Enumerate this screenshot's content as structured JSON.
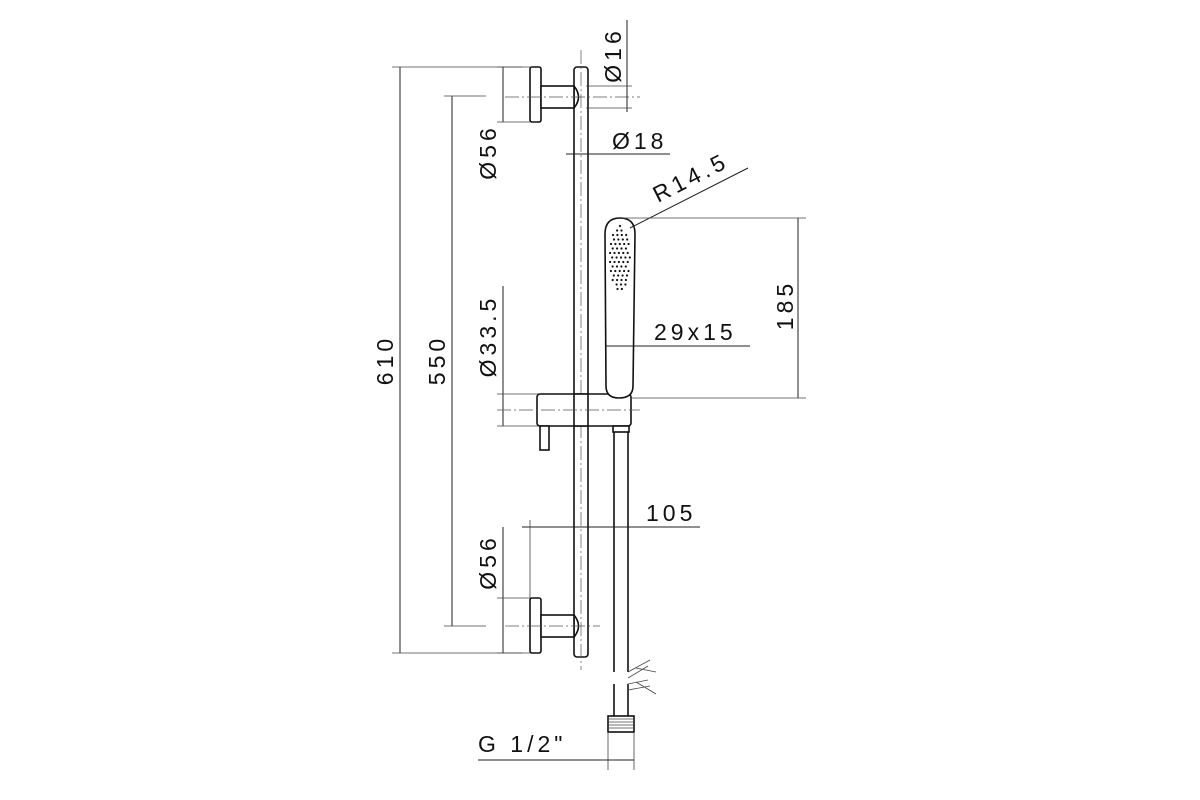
{
  "drawing": {
    "labels": {
      "total_length": "610",
      "bracket_spacing": "550",
      "top_flange_diameter": "Ø56",
      "bottom_flange_diameter": "Ø56",
      "slider_diameter": "Ø33.5",
      "top_arm_diameter": "Ø16",
      "bar_diameter": "Ø18",
      "head_radius": "R14.5",
      "head_length": "185",
      "handle_section": "29x15",
      "projection": "105",
      "thread": "G 1/2\""
    }
  }
}
